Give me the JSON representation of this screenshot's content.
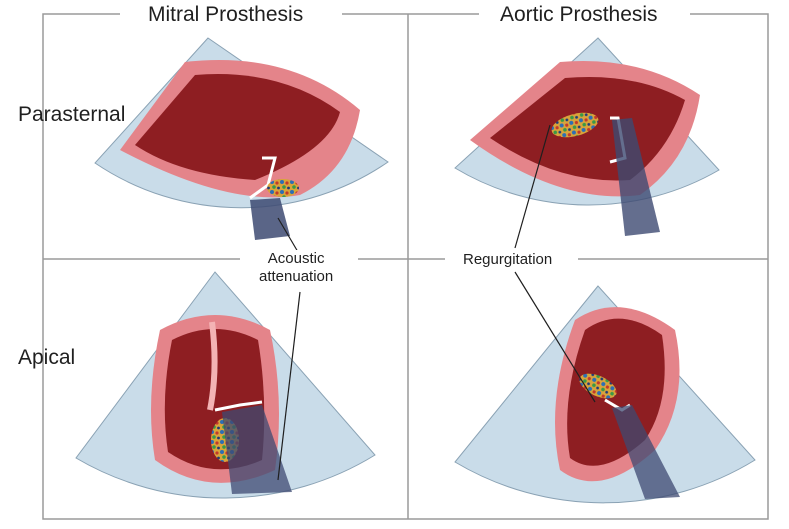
{
  "columns": [
    "Mitral Prosthesis",
    "Aortic Prosthesis"
  ],
  "rows": [
    "Parasternal",
    "Apical"
  ],
  "annotations": {
    "acoustic_line1": "Acoustic",
    "acoustic_line2": "attenuation",
    "regurgitation": "Regurgitation"
  },
  "colors": {
    "sector": "#c9dce9",
    "tissue": "#e4848a",
    "tissue_light": "#f3b3b4",
    "blood": "#8e1e22",
    "shadow": "#3d4a72",
    "frame": "#9a9a9a"
  }
}
